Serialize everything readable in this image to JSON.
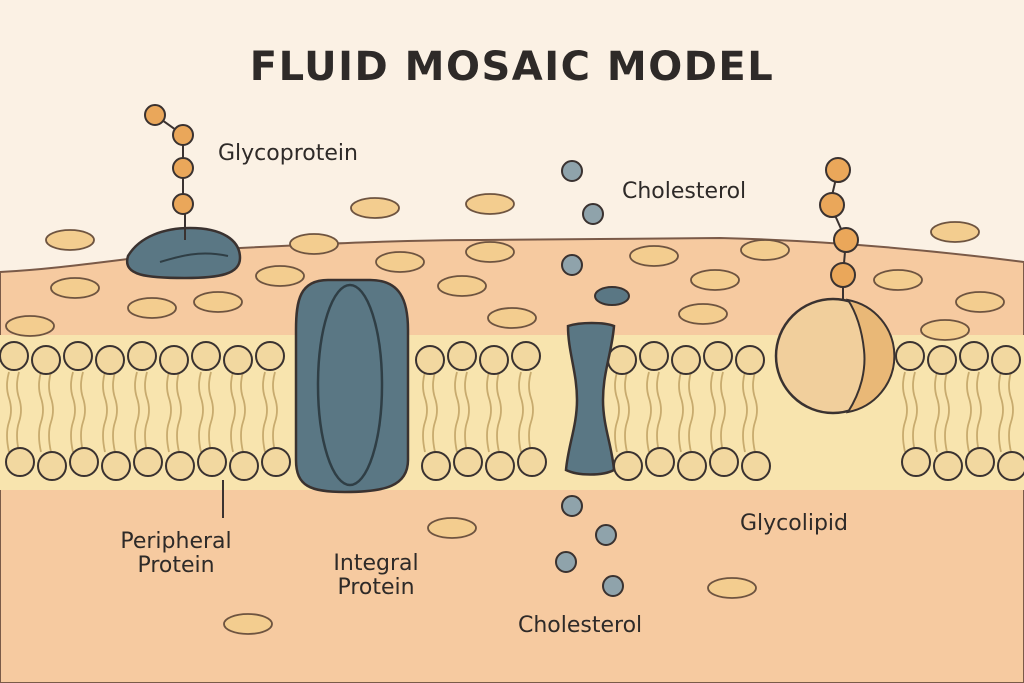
{
  "title": "FLUID MOSAIC MODEL",
  "labels": {
    "glycoprotein": "Glycoprotein",
    "cholesterol_top": "Cholesterol",
    "peripheral_protein": "Peripheral\nProtein",
    "integral_protein": "Integral\nProtein",
    "glycolipid": "Glycolipid",
    "cholesterol_bottom": "Cholesterol"
  },
  "colors": {
    "background_top": "#fbf1e4",
    "extracellular": "#f6caa0",
    "bilayer": "#f8e4ae",
    "phospholipid_head": "#f2d8a0",
    "protein": "#5a7784",
    "sugar_chain": "#eaa75a",
    "cholesterol_dot": "#8fa3ab",
    "glycolipid_sphere": "#f1cf9c",
    "outline": "#3a3230"
  }
}
